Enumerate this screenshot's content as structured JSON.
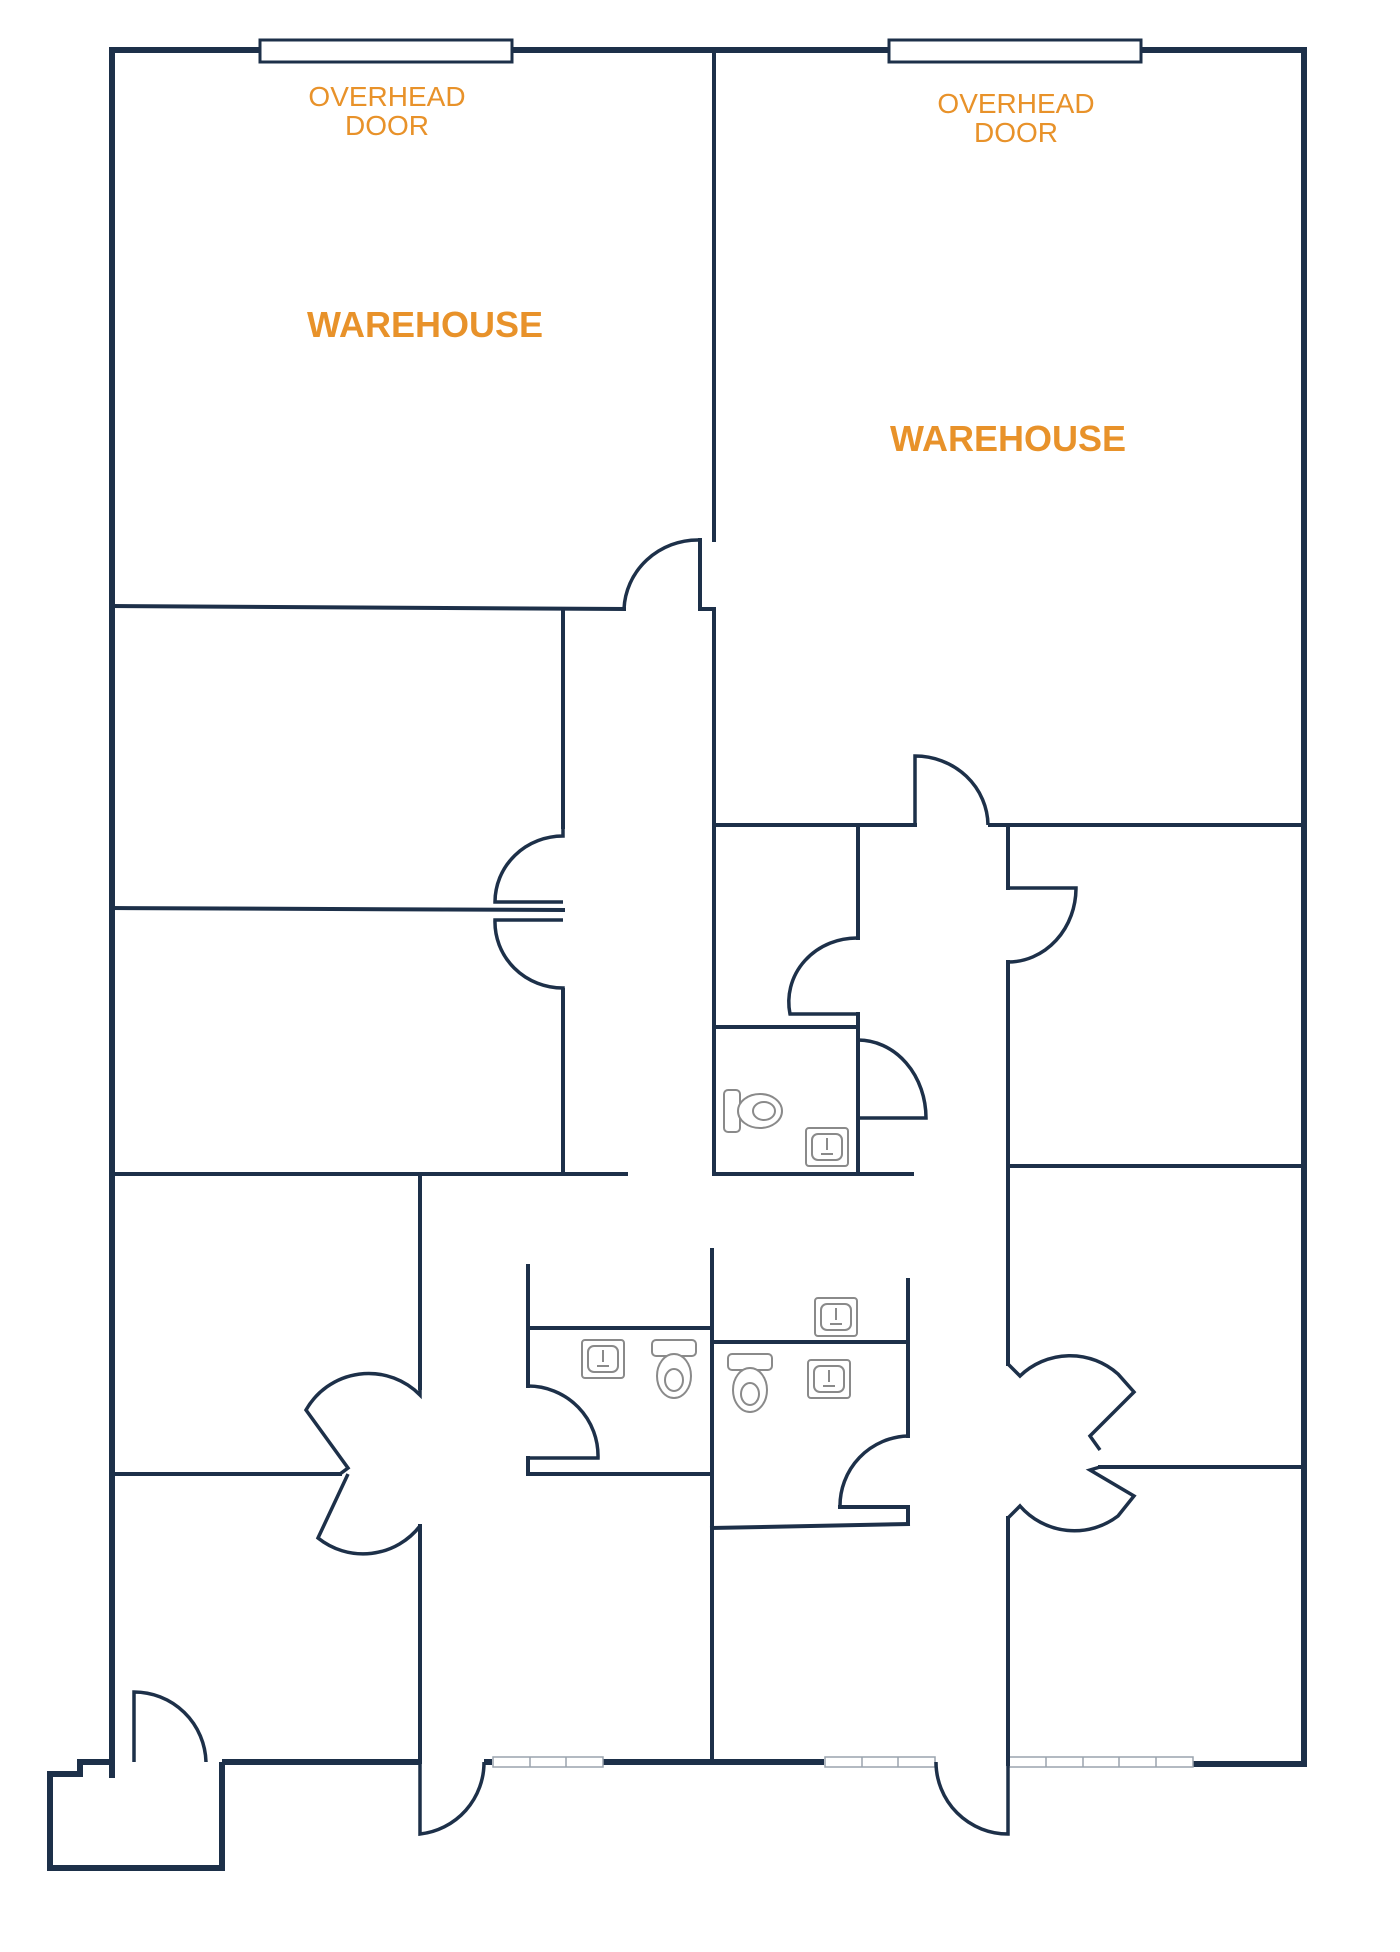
{
  "colors": {
    "wall": "#1d3049",
    "label": "#e8922a",
    "fixture": "#8a8a8a",
    "background": "#ffffff"
  },
  "labels": {
    "overhead_door_left_line1": "OVERHEAD",
    "overhead_door_left_line2": "DOOR",
    "overhead_door_right_line1": "OVERHEAD",
    "overhead_door_right_line2": "DOOR",
    "warehouse_left": "WAREHOUSE",
    "warehouse_right": "WAREHOUSE"
  },
  "icons": [
    "toilet-icon",
    "sink-icon"
  ]
}
